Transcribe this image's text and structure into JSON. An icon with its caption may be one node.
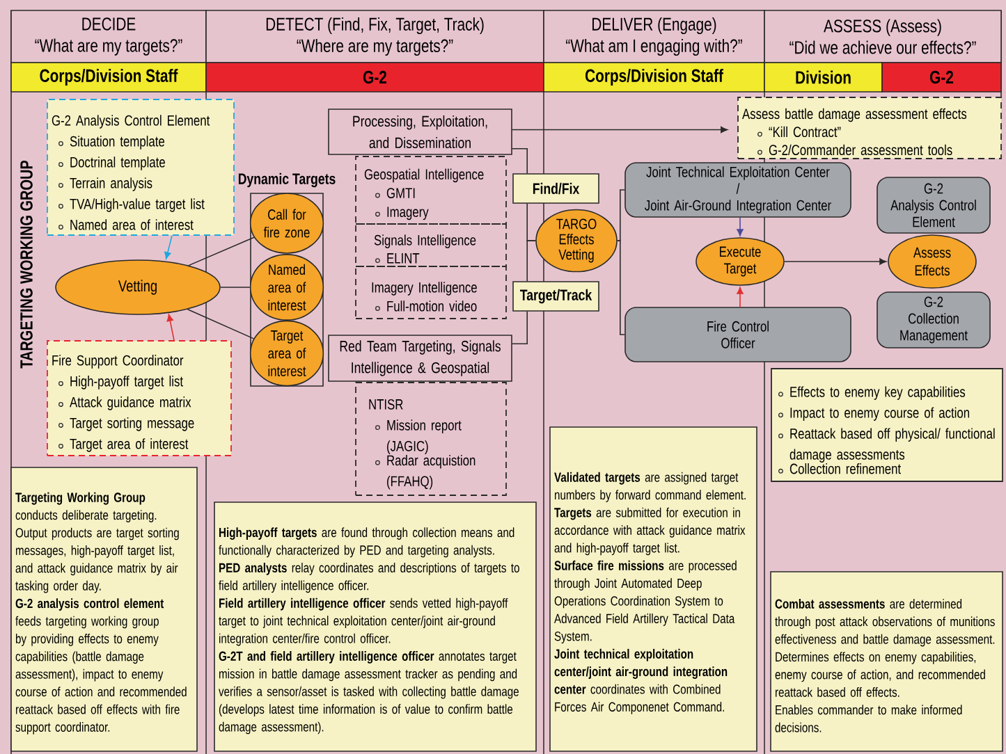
{
  "diagram": {
    "nodes": [
      {
        "text": [
          "DECIDE",
          "“What are my targets?”"
        ]
      },
      {
        "text": [
          "DETECT (Find, Fix, Target, Track)",
          "“Where are my targets?”"
        ]
      },
      {
        "text": [
          "DELIVER (Engage)",
          "“What am I engaging with?”"
        ]
      },
      {
        "text": [
          "ASSESS (Assess)",
          "“Did we achieve our effects?”"
        ]
      },
      {
        "text": [
          "Corps/Division Staff"
        ]
      },
      {
        "text": [
          "G-2"
        ]
      },
      {
        "text": [
          "Corps/Division Staff"
        ]
      },
      {
        "text": [
          "Division"
        ]
      },
      {
        "text": [
          "G-2"
        ]
      },
      {
        "text": [
          "G-2 Analysis Control Element",
          "Situation template",
          "Doctrinal template",
          "Terrain analysis",
          "TVA/High-value target list",
          "Named area of interest"
        ]
      },
      {
        "text": [
          "Vetting"
        ]
      },
      {
        "text": [
          "Fire Support Coordinator",
          "High-payoff target list",
          "Attack guidance matrix",
          "Target sorting message",
          "Target area of interest"
        ]
      },
      {
        "text": [
          "Dynamic Targets"
        ]
      },
      {
        "text": [
          "Call for fire zone"
        ],
        "in": 12
      },
      {
        "text": [
          "Named area of interest"
        ],
        "in": 12
      },
      {
        "text": [
          "Target area of interest"
        ],
        "in": 12
      },
      {
        "text": [
          "Processing, Exploitation, and Dissemination"
        ]
      },
      {
        "text": [
          "Geospatial Intelligence",
          "GMTI",
          "Imagery"
        ]
      },
      {
        "text": [
          "Signals Intelligence",
          "ELINT"
        ]
      },
      {
        "text": [
          "Imagery Intelligence",
          "Full-motion video"
        ]
      },
      {
        "text": [
          "Find/Fix"
        ]
      },
      {
        "text": [
          "Target/Track"
        ]
      },
      {
        "text": [
          "TARGO Effects Vetting"
        ]
      },
      {
        "text": [
          "Red Team Targeting, Signals Intelligence & Geospatial"
        ]
      },
      {
        "text": [
          "NTISR",
          "Mission report (JAGIC)",
          "Radar acquistion (FFAHQ)"
        ]
      },
      {
        "text": [
          "Assess battle damage assessment effects",
          "“Kill Contract”",
          "G-2/Commander assessment tools"
        ]
      },
      {
        "text": [
          "Joint Technical Exploitation Center",
          "/",
          "Joint Air-Ground Integration Center"
        ]
      },
      {
        "text": [
          "G-2",
          "Analysis Control Element"
        ]
      },
      {
        "text": [
          "Execute Target"
        ]
      },
      {
        "text": [
          "Assess Effects"
        ]
      },
      {
        "text": [
          "Fire Control Officer"
        ]
      },
      {
        "text": [
          "G-2",
          "Collection Management"
        ]
      },
      {
        "text": [
          "Effects to enemy key capabilities",
          "Impact to enemy course of action",
          "Reattack based off physical/ functional damage assessments",
          "Collection refinement"
        ]
      },
      {
        "text": [
          "**Targeting Working Group** conducts deliberate targeting. Output products are target sorting messages, high-payoff target list, and attack guidance matrix by air tasking order day.",
          "**G-2 analysis control element** feeds targeting working group by providing effects to enemy capabilities (battle damage assessment), impact to enemy course of action and recommended reattack based off effects with fire support coordinator."
        ]
      },
      {
        "text": [
          "**High-payoff targets** are found through collection means and functionally characterized by PED and targeting analysts.",
          "**PED analysts** relay coordinates and descriptions of targets to field artillery intelligence officer.",
          "**Field artillery intelligence officer** sends vetted high-payoff target to joint technical exploitation center/joint air-ground integration center/fire control officer.",
          "**G-2T and field artillery intelligence officer** annotates target mission in battle damage assessment tracker as pending and verifies a sensor/asset is tasked with collecting battle damage (develops latest time information is of value to confirm battle damage assessment)."
        ]
      },
      {
        "text": [
          "**Validated targets** are assigned target numbers by forward command element.",
          "**Targets** are submitted for execution in accordance with attack guidance matrix and high-payoff target list.",
          "**Surface fire missions** are processed through Joint Automated Deep Operations Coordination System to Advanced Field Artillery Tactical Data System.",
          "**Joint technical exploitation center/joint air-ground integration center** coordinates with Combined Forces Air Componenet Command."
        ]
      },
      {
        "text": [
          "**Combat assessments** are determined through post attack observations of munitions effectiveness and battle damage assessment.",
          "Determines effects on enemy capabilities, enemy course of action, and recommended reattack based off effects.",
          "Enables commander to make informed decisions."
        ]
      }
    ],
    "edges": [
      {
        "from": 9,
        "to": 10,
        "arrow": "to",
        "color": "#1aa8e0"
      },
      {
        "from": 11,
        "to": 10,
        "arrow": "to",
        "color": "#e03030"
      },
      {
        "from": 10,
        "to": 13,
        "arrow": "none"
      },
      {
        "from": 10,
        "to": 14,
        "arrow": "none"
      },
      {
        "from": 10,
        "to": 15,
        "arrow": "none"
      },
      {
        "from": 16,
        "to": 25,
        "arrow": "to"
      },
      {
        "from": 16,
        "to": 20,
        "arrow": "none"
      },
      {
        "from": 20,
        "to": 22,
        "arrow": "none"
      },
      {
        "from": 23,
        "to": 21,
        "arrow": "none"
      },
      {
        "from": 21,
        "to": 22,
        "arrow": "none"
      },
      {
        "from": 22,
        "to": 26,
        "arrow": "none"
      },
      {
        "from": 22,
        "to": 30,
        "arrow": "none"
      },
      {
        "from": 26,
        "to": 28,
        "arrow": "to",
        "color": "#4a4a9a"
      },
      {
        "from": 30,
        "to": 28,
        "arrow": "to",
        "color": "#e03030"
      },
      {
        "from": 28,
        "to": 29,
        "arrow": "to"
      }
    ],
    "labels": [
      "TARGETING WORKING GROUP"
    ]
  }
}
